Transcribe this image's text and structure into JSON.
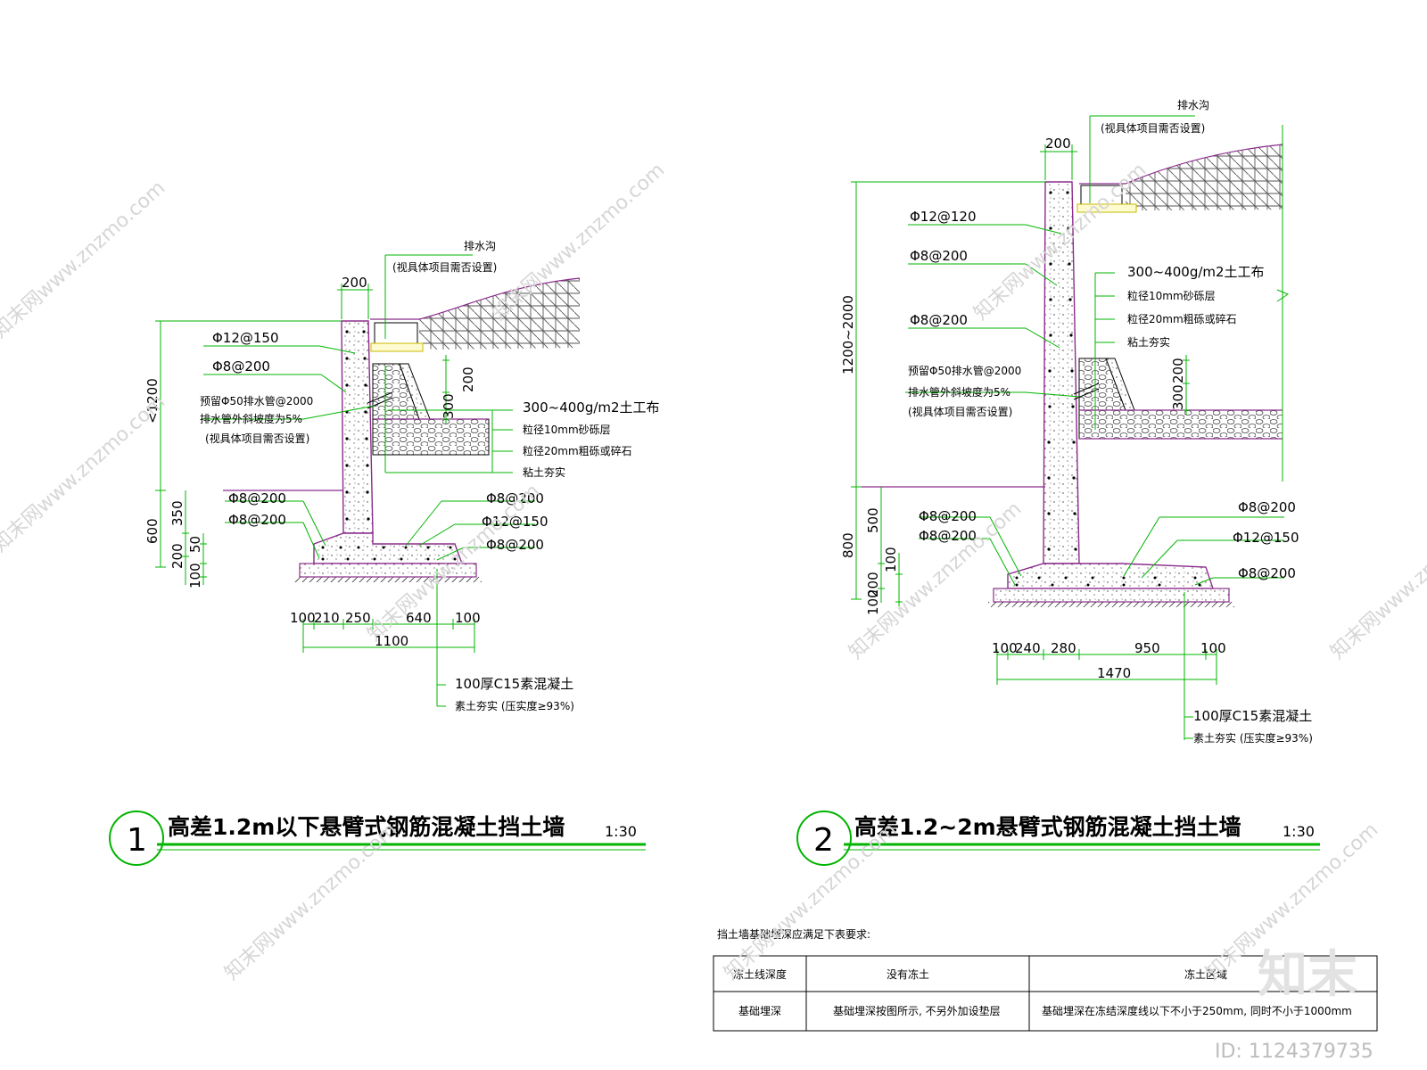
{
  "detail1": {
    "drain_label": "排水沟",
    "drain_note": "(视具体项目需否设置)",
    "wall_top_dim": "200",
    "height_dim": "<1200",
    "rebar_a": "Φ12@150",
    "rebar_b": "Φ8@200",
    "pipe_note_1": "预留Φ50排水管@2000",
    "pipe_note_2": "排水管外斜坡度为5%",
    "pipe_note_3": "(视具体项目需否设置)",
    "filter_dim_1": "200",
    "filter_dim_2": "300",
    "layer_1": "300~400g/m2土工布",
    "layer_2": "粒径10mm砂砾层",
    "layer_3": "粒径20mm粗砾或碎石",
    "layer_4": "粘土夯实",
    "base_left_1": "Φ8@200",
    "base_left_2": "Φ8@200",
    "base_right_1": "Φ8@200",
    "base_right_2": "Φ12@150",
    "base_right_3": "Φ8@200",
    "v_600": "600",
    "v_350": "350",
    "v_200": "200",
    "v_50": "50",
    "v_100": "100",
    "h_dims": [
      "100",
      "210",
      "250",
      "640",
      "100"
    ],
    "h_total": "1100",
    "found_1": "100厚C15素混凝土",
    "found_2": "素土夯实 (压实度≥93%)",
    "title_num": "1",
    "title": "高差1.2m以下悬臂式钢筋混凝土挡土墙",
    "scale": "1:30"
  },
  "detail2": {
    "drain_label": "排水沟",
    "drain_note": "(视具体项目需否设置)",
    "wall_top_dim": "200",
    "height_dim": "1200~2000",
    "rebar_a": "Φ12@120",
    "rebar_b": "Φ8@200",
    "rebar_c": "Φ8@200",
    "pipe_note_1": "预留Φ50排水管@2000",
    "pipe_note_2": "排水管外斜坡度为5%",
    "pipe_note_3": "(视具体项目需否设置)",
    "layer_1": "300~400g/m2土工布",
    "layer_2": "粒径10mm砂砾层",
    "layer_3": "粒径20mm粗砾或碎石",
    "layer_4": "粘土夯实",
    "filter_dim_1": "200",
    "filter_dim_2": "300",
    "base_left_1": "Φ8@200",
    "base_left_2": "Φ8@200",
    "base_right_1": "Φ8@200",
    "base_right_2": "Φ12@150",
    "base_right_3": "Φ8@200",
    "v_800": "800",
    "v_500": "500",
    "v_200": "200",
    "v_100a": "100",
    "v_100b": "100",
    "h_dims": [
      "100",
      "240",
      "280",
      "950",
      "100"
    ],
    "h_total": "1470",
    "found_1": "100厚C15素混凝土",
    "found_2": "素土夯实 (压实度≥93%)",
    "title_num": "2",
    "title": "高差1.2~2m悬臂式钢筋混凝土挡土墙",
    "scale": "1:30"
  },
  "table": {
    "caption": "挡土墙基础埋深应满足下表要求:",
    "header": [
      "冻土线深度",
      "没有冻土",
      "冻土区域"
    ],
    "row": [
      "基础埋深",
      "基础埋深按图所示, 不另外加设垫层",
      "基础埋深在冻结深度线以下不小于250mm, 同时不小于1000mm"
    ]
  },
  "watermark": {
    "text": "知末网www.znzmo.com",
    "brand": "知末",
    "id": "ID: 1124379735"
  }
}
